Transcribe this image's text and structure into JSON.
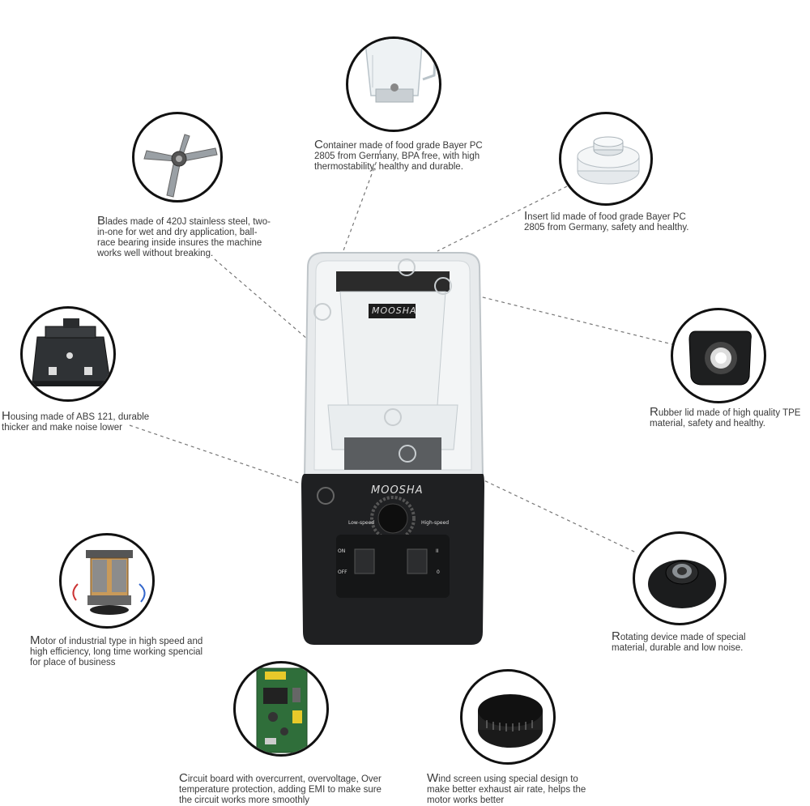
{
  "blender": {
    "brand_top": "MOOSHA",
    "brand_base": "MOOSHA",
    "low_speed": "Low-speed",
    "high_speed": "High-speed",
    "on": "ON",
    "off": "OFF",
    "pulse": "II",
    "zero": "0"
  },
  "callouts": {
    "container": {
      "cap": "C",
      "rest": "ontainer made of food grade Bayer PC 2805 from Germany, BPA free,  with high thermostability, healthy and durable."
    },
    "blades": {
      "cap": "B",
      "rest": "lades made of 420J stainless steel, two-in-one for wet and dry application, ball-race bearing inside insures the machine works well without breaking."
    },
    "insert_lid": {
      "cap": "I",
      "rest": "nsert lid made of food grade Bayer PC 2805 from Germany, safety and healthy."
    },
    "housing": {
      "cap": "H",
      "rest": "ousing made of ABS 121, durable thicker and make noise lower"
    },
    "rubber_lid": {
      "cap": "R",
      "rest": "ubber lid made of high quality TPE material, safety and healthy."
    },
    "motor": {
      "cap": "M",
      "rest": "otor of industrial type in high speed and high efficiency, long time working spencial for place of business"
    },
    "rotating": {
      "cap": "R",
      "rest": "otating device  made of special material, durable and low noise."
    },
    "circuit": {
      "cap": "C",
      "rest": "ircuit board with overcurrent, overvoltage, Over temperature protection, adding EMI to make sure the circuit works more smoothly"
    },
    "wind": {
      "cap": "W",
      "rest": "ind screen using special design to make better exhaust air rate, helps the motor works better"
    }
  }
}
